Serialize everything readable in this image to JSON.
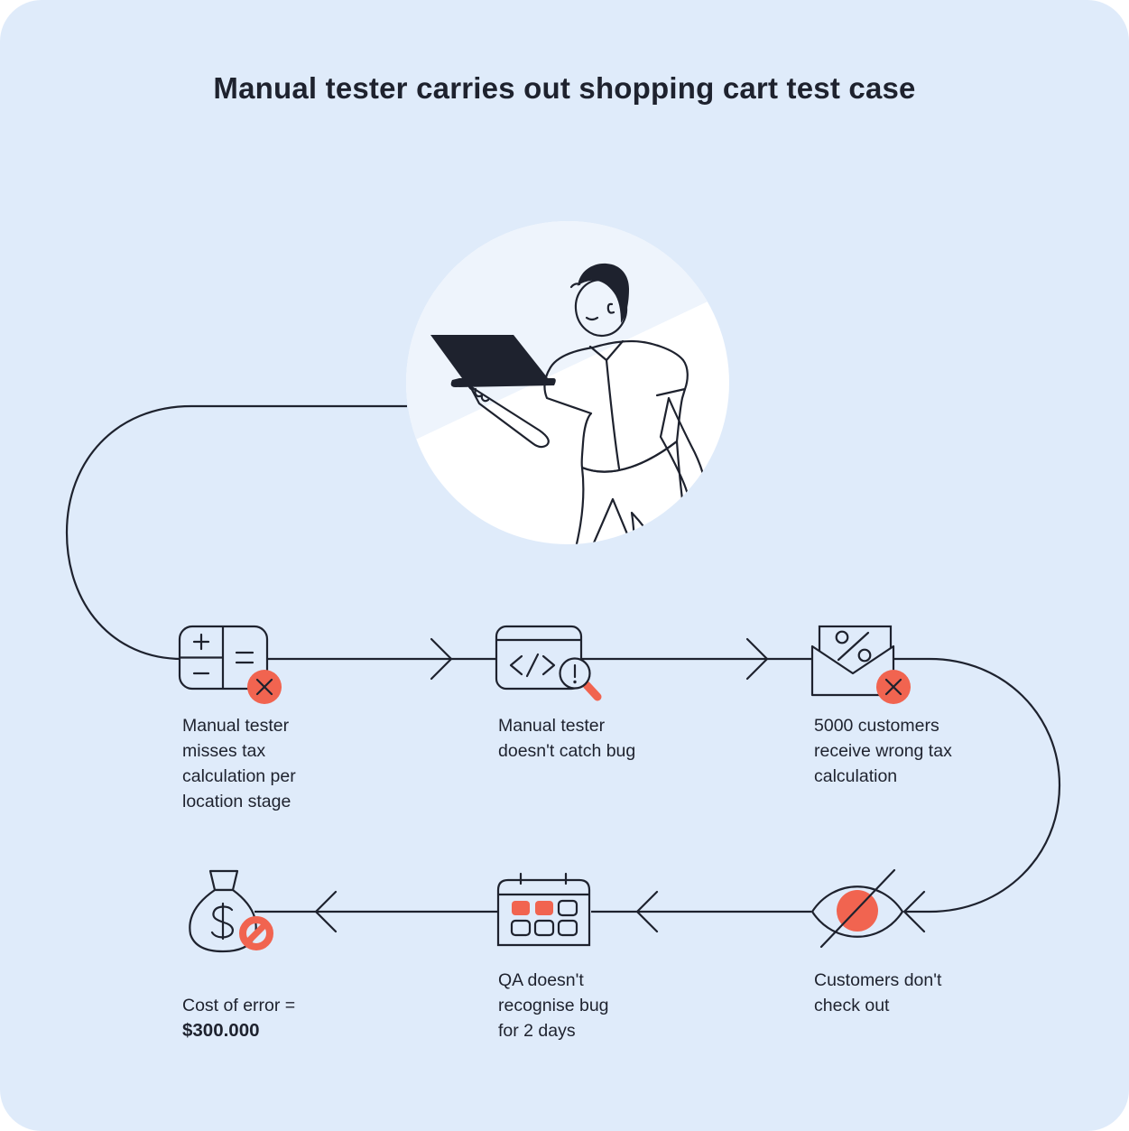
{
  "title": "Manual tester carries out shopping cart test case",
  "colors": {
    "card_bg": "#DFEBFA",
    "ink": "#1E222E",
    "accent": "#F16450",
    "shirt": "#C9A4F2",
    "hero_band": "#EEF4FC",
    "white": "#FFFFFF"
  },
  "hero": {
    "illustration": "man-holding-laptop-illustration"
  },
  "steps": [
    {
      "id": 1,
      "icon": "calculator-error-icon",
      "label": "Manual tester\nmisses tax\ncalculation per\nlocation stage"
    },
    {
      "id": 2,
      "icon": "code-window-bug-search-icon",
      "label": "Manual tester\ndoesn't catch bug"
    },
    {
      "id": 3,
      "icon": "tax-mail-error-icon",
      "label": "5000 customers\nreceive wrong tax\ncalculation"
    },
    {
      "id": 4,
      "icon": "no-checkout-eye-icon",
      "label": "Customers don't\ncheck out"
    },
    {
      "id": 5,
      "icon": "calendar-icon",
      "label": "QA doesn't\nrecognise bug\nfor 2 days"
    },
    {
      "id": 6,
      "icon": "money-loss-icon",
      "label": "Cost of error =",
      "value": "$300.000"
    }
  ]
}
